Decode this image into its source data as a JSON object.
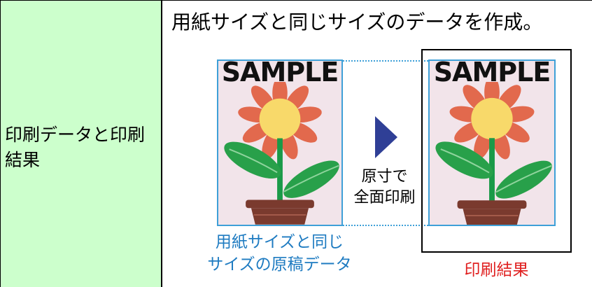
{
  "label": {
    "text": "印刷データと印刷結果"
  },
  "heading": "用紙サイズと同じサイズのデータを作成。",
  "sample_text": "SAMPLE",
  "middle_caption": {
    "line1": "原寸で",
    "line2": "全面印刷"
  },
  "left_caption": {
    "line1": "用紙サイズと同じ",
    "line2": "サイズの原稿データ"
  },
  "right_caption": "印刷結果",
  "colors": {
    "label_bg": "#ccffcc",
    "doc_bg": "#f2e4ea",
    "doc_border": "#3ea0d8",
    "arrow": "#2f3f96",
    "left_caption": "#1e7bc1",
    "right_caption": "#e02020",
    "petal": "#e2694d",
    "flower_center": "#f8d96a",
    "leaf": "#28a04a",
    "stem": "#1a9a48",
    "pot": "#7a3a2e"
  }
}
